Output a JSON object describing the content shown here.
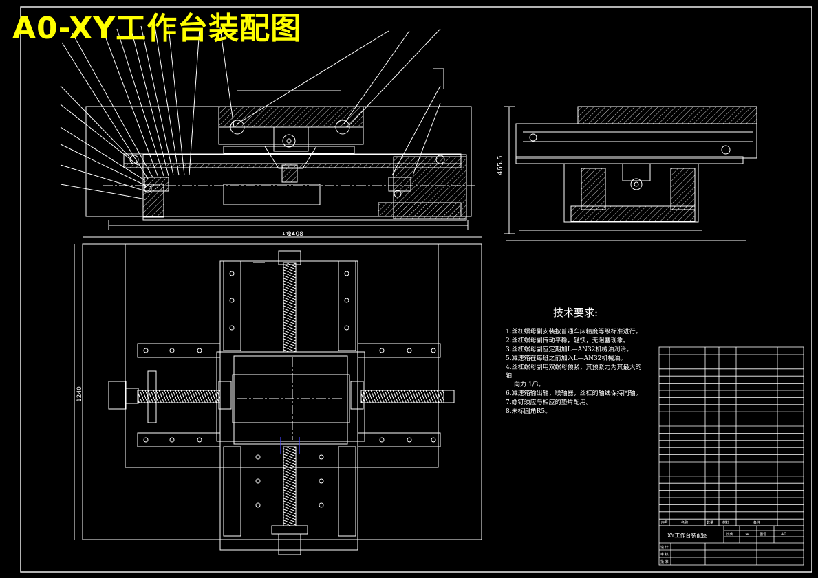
{
  "drawing": {
    "banner_title": "A0-XY工作台装配图",
    "dimensions": {
      "front_width": "1408",
      "plan_width": "1408",
      "plan_height": "1240",
      "side_height": "465.5"
    },
    "tech_requirements": {
      "heading": "技术要求:",
      "items": [
        "1.丝杠螺母副安装按普通车床精度等级标准进行。",
        "2.丝杠螺母副传动平稳，轻快，无阻塞现象。",
        "3.丝杠螺母副应定期加L—AN32机械油润滑。",
        "5.减速箱在每班之前加入L—AN32机械油。",
        "4.丝杠螺母副用双螺母预紧，其预紧力为其最大的轴",
        "向力 1/3。",
        "6.减速箱输出轴，联轴器，丝杠的轴线保持同轴。",
        "7.螺钉须应与相应的垫片配用。",
        "8.未标圆角R5。"
      ]
    },
    "title_block": {
      "drawing_name": "XY工作台装配图",
      "scale_label": "比例",
      "scale_value": "1:4",
      "size_label": "图号",
      "size_value": "A0",
      "designer_label": "设 计",
      "checker_label": "审 核",
      "approver_label": "批 准"
    },
    "parts_table": {
      "header_no": "序号",
      "header_name": "名称",
      "header_qty": "数量",
      "header_material": "材料",
      "header_std": "备注"
    },
    "colors": {
      "background": "#000000",
      "line": "#ffffff",
      "banner": "#ffff00",
      "accent": "#4444ff"
    }
  }
}
